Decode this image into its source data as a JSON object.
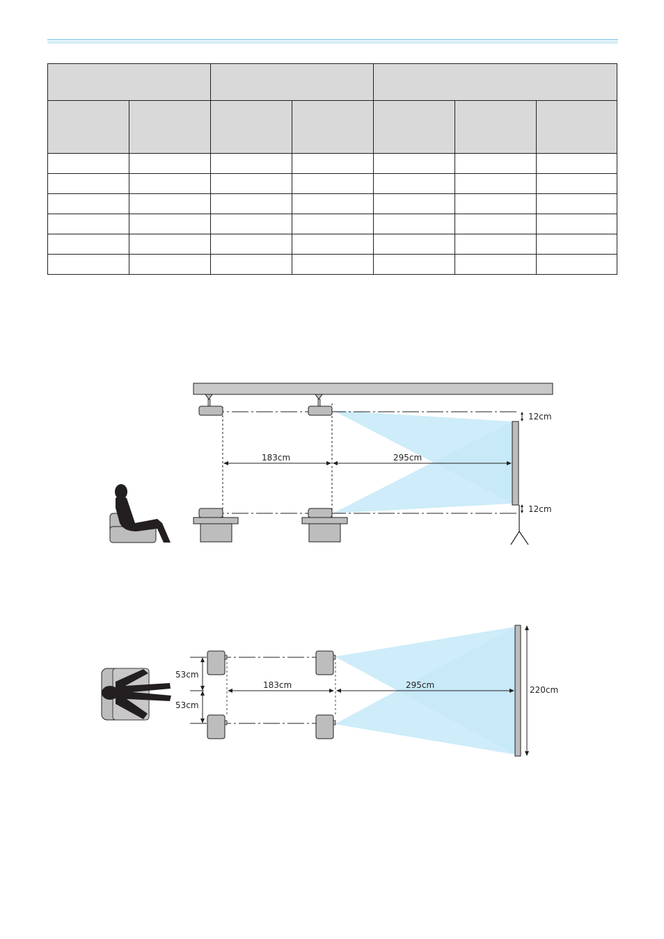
{
  "colors": {
    "accent_rule": "#a9dcef",
    "table_header": "#d9d9d9",
    "projector_body": "#bdbdbd",
    "projection_beam": "#c6e9f8",
    "person_silhouette": "#231f20"
  },
  "table": {
    "header_row_1": [
      "",
      "",
      ""
    ],
    "header_row_2": [
      "",
      "",
      "",
      "",
      "",
      "",
      ""
    ],
    "rows": [
      [
        "",
        "",
        "",
        "",
        "",
        "",
        ""
      ],
      [
        "",
        "",
        "",
        "",
        "",
        "",
        ""
      ],
      [
        "",
        "",
        "",
        "",
        "",
        "",
        ""
      ],
      [
        "",
        "",
        "",
        "",
        "",
        "",
        ""
      ],
      [
        "",
        "",
        "",
        "",
        "",
        "",
        ""
      ],
      [
        "",
        "",
        "",
        "",
        "",
        "",
        ""
      ]
    ]
  },
  "side_view": {
    "projector_spacing": "183cm",
    "throw_distance": "295cm",
    "top_offset": "12cm",
    "bottom_offset": "12cm"
  },
  "top_view": {
    "upper_offset": "53cm",
    "lower_offset": "53cm",
    "projector_spacing": "183cm",
    "throw_distance": "295cm",
    "screen_width": "220cm"
  }
}
